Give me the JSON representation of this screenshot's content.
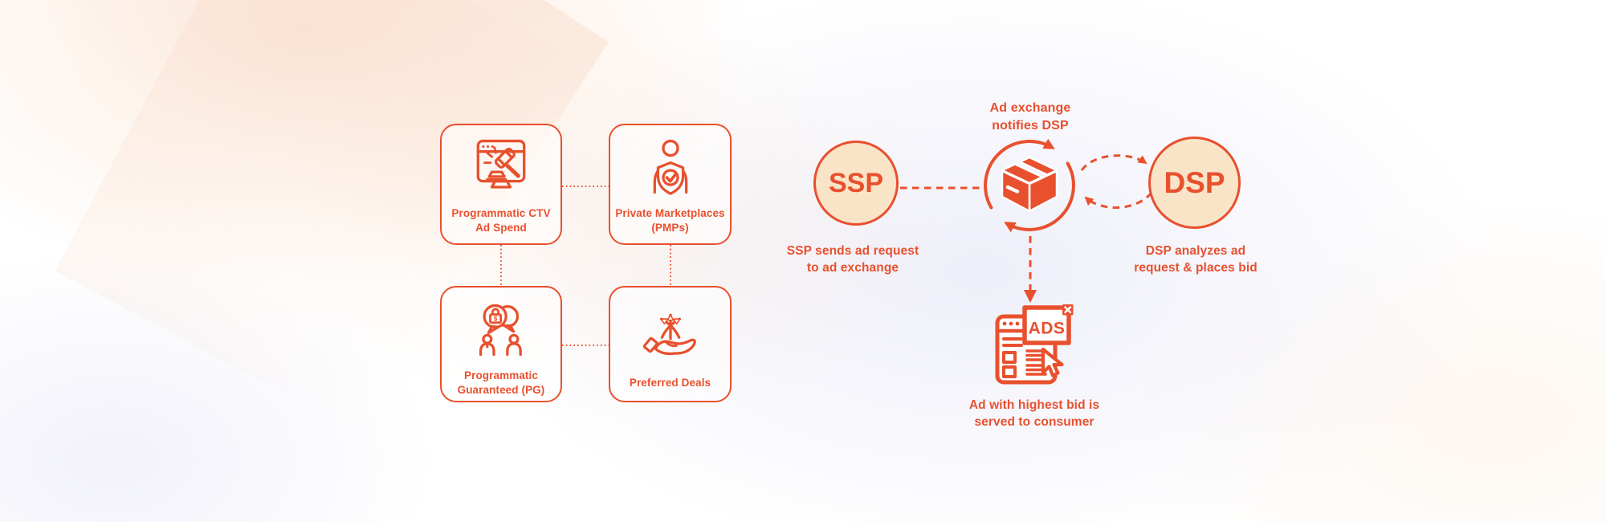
{
  "colors": {
    "accent": "#E8502E",
    "node_fill": "#FAE4C8",
    "background": "#FFFFFF"
  },
  "left_panel": {
    "boxes": [
      {
        "label": "Programmatic CTV\nAd Spend",
        "icon": "ctv-auction-icon"
      },
      {
        "label": "Private Marketplaces\n(PMPs)",
        "icon": "private-marketplace-icon"
      },
      {
        "label": "Programmatic\nGuaranteed (PG)",
        "icon": "programmatic-guaranteed-icon"
      },
      {
        "label": "Preferred Deals",
        "icon": "preferred-deals-icon"
      }
    ]
  },
  "flow": {
    "ssp": {
      "label": "SSP",
      "caption": "SSP sends ad request\nto ad exchange"
    },
    "exchange": {
      "caption": "Ad exchange\nnotifies DSP",
      "icon": "package-cycle-icon"
    },
    "dsp": {
      "label": "DSP",
      "caption": "DSP analyzes ad\nrequest & places bid"
    },
    "ad_serve": {
      "icon": "ad-browser-cursor-icon",
      "icon_text": "ADS",
      "caption": "Ad with highest bid is\nserved to consumer"
    },
    "icon_glyphs": {
      "lock_currency": "$"
    }
  }
}
